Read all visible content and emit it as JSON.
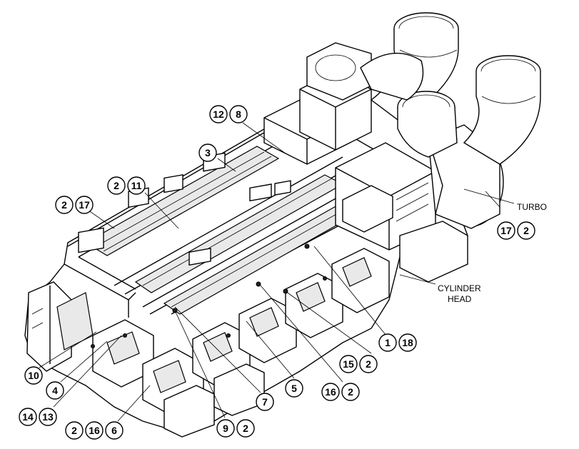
{
  "labels": {
    "turbo": "TURBO",
    "cylinder_head_line1": "CYLINDER",
    "cylinder_head_line2": "HEAD"
  },
  "callouts": [
    {
      "id": "c12",
      "text": "12"
    },
    {
      "id": "c8",
      "text": "8"
    },
    {
      "id": "c3",
      "text": "3"
    },
    {
      "id": "c2a",
      "text": "2"
    },
    {
      "id": "c11",
      "text": "11"
    },
    {
      "id": "c2b",
      "text": "2"
    },
    {
      "id": "c17a",
      "text": "17"
    },
    {
      "id": "c17b",
      "text": "17"
    },
    {
      "id": "c2c",
      "text": "2"
    },
    {
      "id": "c1",
      "text": "1"
    },
    {
      "id": "c18",
      "text": "18"
    },
    {
      "id": "c15",
      "text": "15"
    },
    {
      "id": "c2d",
      "text": "2"
    },
    {
      "id": "c16a",
      "text": "16"
    },
    {
      "id": "c2e",
      "text": "2"
    },
    {
      "id": "c5",
      "text": "5"
    },
    {
      "id": "c7",
      "text": "7"
    },
    {
      "id": "c9",
      "text": "9"
    },
    {
      "id": "c2f",
      "text": "2"
    },
    {
      "id": "c10",
      "text": "10"
    },
    {
      "id": "c4",
      "text": "4"
    },
    {
      "id": "c14",
      "text": "14"
    },
    {
      "id": "c13",
      "text": "13"
    },
    {
      "id": "c2g",
      "text": "2"
    },
    {
      "id": "c16b",
      "text": "16"
    },
    {
      "id": "c6",
      "text": "6"
    }
  ]
}
